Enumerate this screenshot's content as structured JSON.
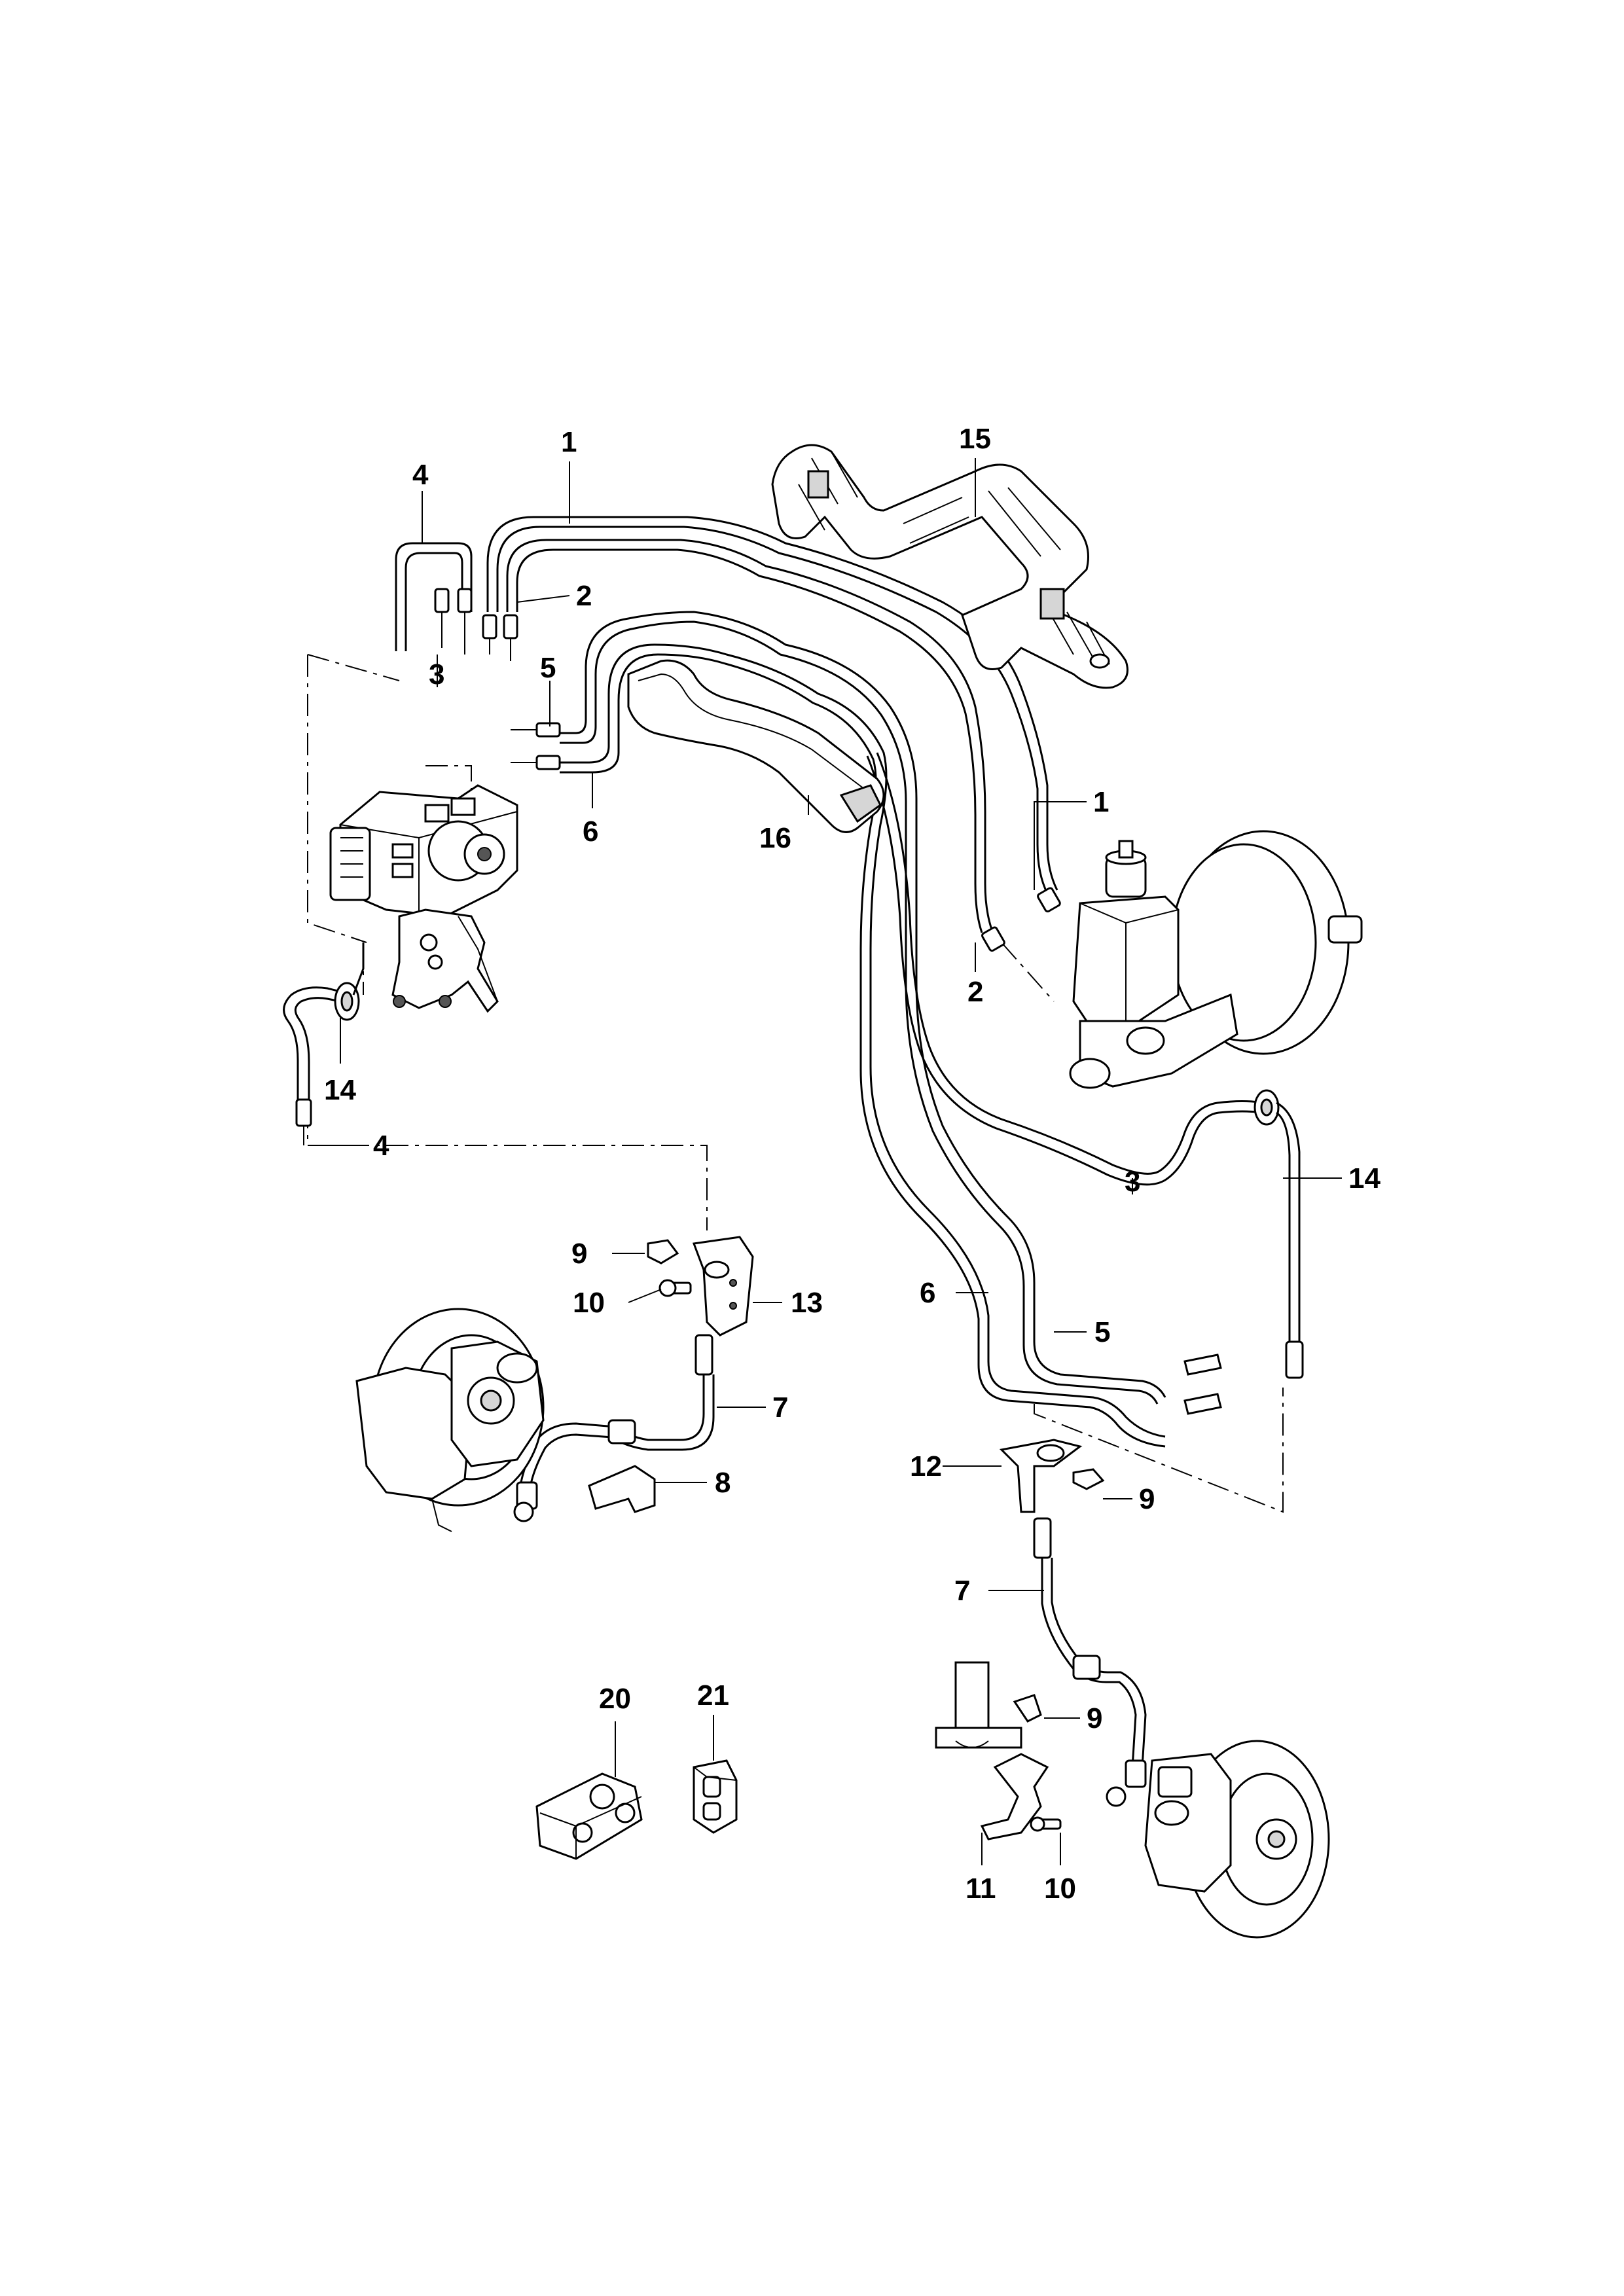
{
  "callouts": [
    {
      "id": "c1a",
      "text": "1"
    },
    {
      "id": "c1b",
      "text": "1"
    },
    {
      "id": "c2a",
      "text": "2"
    },
    {
      "id": "c2b",
      "text": "2"
    },
    {
      "id": "c3a",
      "text": "3"
    },
    {
      "id": "c3b",
      "text": "3"
    },
    {
      "id": "c4a",
      "text": "4"
    },
    {
      "id": "c4b",
      "text": "4"
    },
    {
      "id": "c5a",
      "text": "5"
    },
    {
      "id": "c5b",
      "text": "5"
    },
    {
      "id": "c6a",
      "text": "6"
    },
    {
      "id": "c6b",
      "text": "6"
    },
    {
      "id": "c7a",
      "text": "7"
    },
    {
      "id": "c7b",
      "text": "7"
    },
    {
      "id": "c8",
      "text": "8"
    },
    {
      "id": "c9a",
      "text": "9"
    },
    {
      "id": "c9b",
      "text": "9"
    },
    {
      "id": "c9c",
      "text": "9"
    },
    {
      "id": "c10a",
      "text": "10"
    },
    {
      "id": "c10b",
      "text": "10"
    },
    {
      "id": "c11",
      "text": "11"
    },
    {
      "id": "c12",
      "text": "12"
    },
    {
      "id": "c13",
      "text": "13"
    },
    {
      "id": "c14a",
      "text": "14"
    },
    {
      "id": "c14b",
      "text": "14"
    },
    {
      "id": "c15",
      "text": "15"
    },
    {
      "id": "c16",
      "text": "16"
    },
    {
      "id": "c20",
      "text": "20"
    },
    {
      "id": "c21",
      "text": "21"
    }
  ]
}
